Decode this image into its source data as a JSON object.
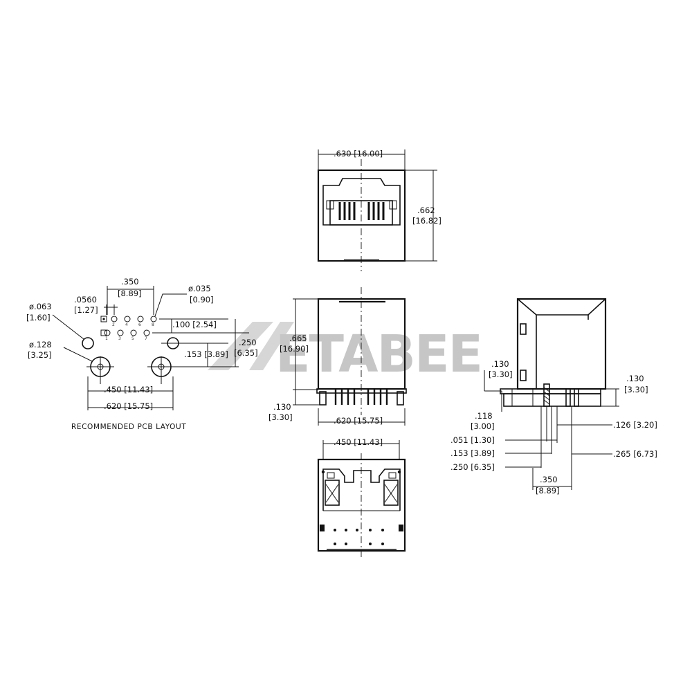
{
  "watermark": "ETABEE",
  "pcb_layout": {
    "caption": "RECOMMENDED PCB LAYOUT",
    "dims": {
      "pitch_in": ".0560",
      "pitch_mm": "[1.27]",
      "span_in": ".350",
      "span_mm": "[8.89]",
      "pin_dia_in": "ø.035",
      "pin_dia_mm": "[0.90]",
      "led_dia_in": "ø.063",
      "led_dia_mm": "[1.60]",
      "peg_dia_in": "ø.128",
      "peg_dia_mm": "[3.25]",
      "row_pitch": ".100 [2.54]",
      "peg_offset": ".153 [3.89]",
      "row_to_peg_in": ".250",
      "row_to_peg_mm": "[6.35]",
      "peg_spacing": ".450 [11.43]",
      "led_spacing": ".620 [15.75]"
    },
    "pin_numbers_top": [
      "2",
      "4",
      "6",
      "8"
    ],
    "pin_numbers_bottom": [
      "1",
      "3",
      "5",
      "7"
    ]
  },
  "front_view": {
    "width": ".630 [16.00]",
    "height_in": ".662",
    "height_mm": "[16.82]"
  },
  "side_view": {
    "height_in": ".665",
    "height_mm": "[16.90]",
    "pin_len_in": ".130",
    "pin_len_mm": "[3.30]",
    "led_span": ".620 [15.75]"
  },
  "bottom_view": {
    "peg_spacing": ".450 [11.43]"
  },
  "right_view": {
    "left_pin_in": ".130",
    "left_pin_mm": "[3.30]",
    "right_pin_in": ".130",
    "right_pin_mm": "[3.30]",
    "standoff_in": ".118",
    "standoff_mm": "[3.00]",
    "pitch": ".051 [1.30]",
    "peg_offset": ".153 [3.89]",
    "row_to_peg": ".250 [6.35]",
    "row_gap": ".126 [3.20]",
    "depth": ".265 [6.73]",
    "span_in": ".350",
    "span_mm": "[8.89]"
  }
}
